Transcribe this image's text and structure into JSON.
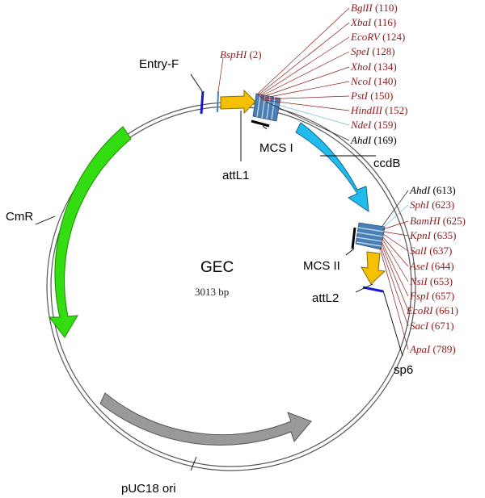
{
  "plasmid": {
    "name": "GEC",
    "size_label": "3013 bp"
  },
  "features": {
    "entry_f": "Entry-F",
    "attl1": "attL1",
    "mcs1": "MCS I",
    "ccdb": "ccdB",
    "mcs2": "MCS II",
    "attl2": "attL2",
    "sp6": "sp6",
    "cmr": "CmR",
    "puc18_ori": "pUC18 ori"
  },
  "sites_top": [
    {
      "enzyme": "BglII",
      "position": "(110)"
    },
    {
      "enzyme": "XbaI",
      "position": "(116)"
    },
    {
      "enzyme": "EcoRV",
      "position": "(124)"
    },
    {
      "enzyme": "SpeI",
      "position": "(128)"
    },
    {
      "enzyme": "XhoI",
      "position": "(134)"
    },
    {
      "enzyme": "NcoI",
      "position": "(140)"
    },
    {
      "enzyme": "PstI",
      "position": "(150)"
    },
    {
      "enzyme": "HindIII",
      "position": "(152)"
    },
    {
      "enzyme": "NdeI",
      "position": "(159)"
    },
    {
      "enzyme": "AhdI",
      "position": "(169)"
    }
  ],
  "site_bsphi": {
    "enzyme": "BspHI",
    "position": "(2)"
  },
  "sites_right": [
    {
      "enzyme": "AhdI",
      "position": "(613)"
    },
    {
      "enzyme": "SphI",
      "position": "(623)"
    },
    {
      "enzyme": "BamHI",
      "position": "(625)"
    },
    {
      "enzyme": "KpnI",
      "position": "(635)"
    },
    {
      "enzyme": "SalI",
      "position": "(637)"
    },
    {
      "enzyme": "AseI",
      "position": "(644)"
    },
    {
      "enzyme": "NsiI",
      "position": "(653)"
    },
    {
      "enzyme": "FspI",
      "position": "(657)"
    },
    {
      "enzyme": "EcoRI",
      "position": "(661)"
    },
    {
      "enzyme": "SacI",
      "position": "(671)"
    },
    {
      "enzyme": "ApaI",
      "position": "(789)"
    }
  ],
  "colors": {
    "cmr": "#33dd11",
    "ccdb": "#22bbee",
    "ori": "#999999",
    "att": "#f5c000",
    "mcs": "#4a7fb5",
    "primer": "#1a1acc"
  }
}
